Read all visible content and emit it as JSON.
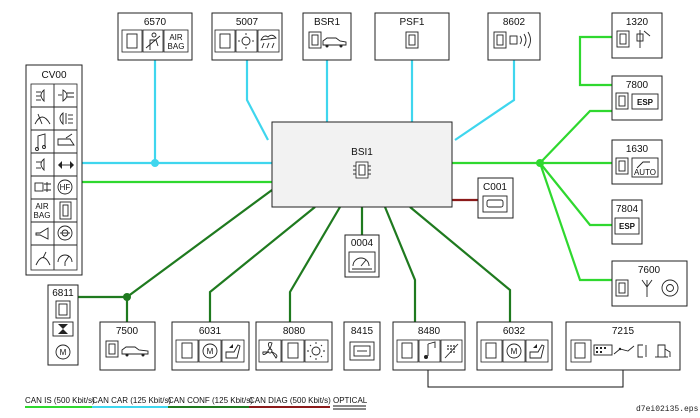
{
  "colors": {
    "can_is": "#2fd82f",
    "can_car": "#3fd6ee",
    "can_conf": "#1f7a1f",
    "can_diag": "#8b1a1a",
    "optical": "#111111"
  },
  "central": {
    "name": "BSI1",
    "icon": "ecu-chip-icon"
  },
  "modules": {
    "m6570": {
      "name": "6570",
      "icons": [
        "ecu-icon",
        "seat-occupant-icon",
        "airbag-icon"
      ],
      "icon_text": [
        "AIR",
        "BAG"
      ]
    },
    "m5007": {
      "name": "5007",
      "icons": [
        "ecu-icon",
        "sun-sensor-icon",
        "rain-sensor-icon"
      ]
    },
    "mBSR1": {
      "name": "BSR1",
      "icons": [
        "ecu-icon",
        "car-icon"
      ]
    },
    "mPSF1": {
      "name": "PSF1",
      "icons": [
        "ecu-icon"
      ]
    },
    "m8602": {
      "name": "8602",
      "icons": [
        "ecu-icon",
        "alarm-wave-icon"
      ]
    },
    "m1320": {
      "name": "1320",
      "icons": [
        "ecu-icon",
        "injector-icon"
      ]
    },
    "m7800": {
      "name": "7800",
      "icons": [
        "ecu-icon",
        "esp-icon"
      ],
      "icon_text": "ESP"
    },
    "m1630": {
      "name": "1630",
      "icons": [
        "ecu-icon",
        "auto-gearbox-icon"
      ],
      "icon_text": "AUTO"
    },
    "m7804": {
      "name": "7804",
      "icons": [
        "esp-icon"
      ],
      "icon_text": "ESP"
    },
    "m7600": {
      "name": "7600",
      "icons": [
        "ecu-icon",
        "antenna-icon",
        "speaker-icon"
      ]
    },
    "mCV00": {
      "name": "CV00",
      "icons": [
        "headlamp-icon",
        "foglamp-icon",
        "wiper-icon",
        "rear-foglamp-icon",
        "fuel-gauge-icon",
        "washer-icon",
        "sidelamp-icon",
        "indicator-icon",
        "headlamp-adjust-icon",
        "high-frequency-icon",
        "airbag-icon",
        "ecu-icon",
        "horn-icon",
        "steering-button-icon",
        "dimmer-icon",
        "speedometer-icon"
      ],
      "icon_text": [
        "AIR",
        "BAG",
        "HF"
      ]
    },
    "mC001": {
      "name": "C001",
      "icons": [
        "diag-socket-icon"
      ]
    },
    "m0004": {
      "name": "0004",
      "icons": [
        "instrument-panel-icon"
      ]
    },
    "m6811": {
      "name": "6811",
      "icons": [
        "ecu-icon",
        "hourglass-icon",
        "motor-icon"
      ],
      "icon_text": "M"
    },
    "m7500": {
      "name": "7500",
      "icons": [
        "ecu-icon",
        "car-icon"
      ]
    },
    "m6031": {
      "name": "6031",
      "icons": [
        "ecu-icon",
        "motor-icon",
        "seat-memory-icon"
      ],
      "icon_text": "M"
    },
    "m8080": {
      "name": "8080",
      "icons": [
        "fan-icon",
        "ecu-icon",
        "sun-icon"
      ]
    },
    "m8415": {
      "name": "8415",
      "icons": [
        "cd-changer-icon"
      ]
    },
    "m8480": {
      "name": "8480",
      "icons": [
        "ecu-icon",
        "music-note-icon",
        "phone-keypad-icon"
      ]
    },
    "m6032": {
      "name": "6032",
      "icons": [
        "ecu-icon",
        "motor-icon",
        "seat-memory-icon"
      ],
      "icon_text": "M"
    },
    "m7215": {
      "name": "7215",
      "icons": [
        "ecu-icon",
        "display-icon",
        "navigation-icon",
        "trip-icon",
        "fuel-icon"
      ]
    }
  },
  "legend": [
    {
      "label": "CAN IS (500 Kbit/s)",
      "color": "#2fd82f"
    },
    {
      "label": "CAN CAR (125 Kbit/s)",
      "color": "#3fd6ee"
    },
    {
      "label": "CAN CONF (125 Kbit/s)",
      "color": "#1f7a1f"
    },
    {
      "label": "CAN DIAG (500 Kbit/s)",
      "color": "#8b1a1a"
    },
    {
      "label": "OPTICAL",
      "color": "#111111"
    }
  ],
  "watermark": "d7ei02i35.eps"
}
